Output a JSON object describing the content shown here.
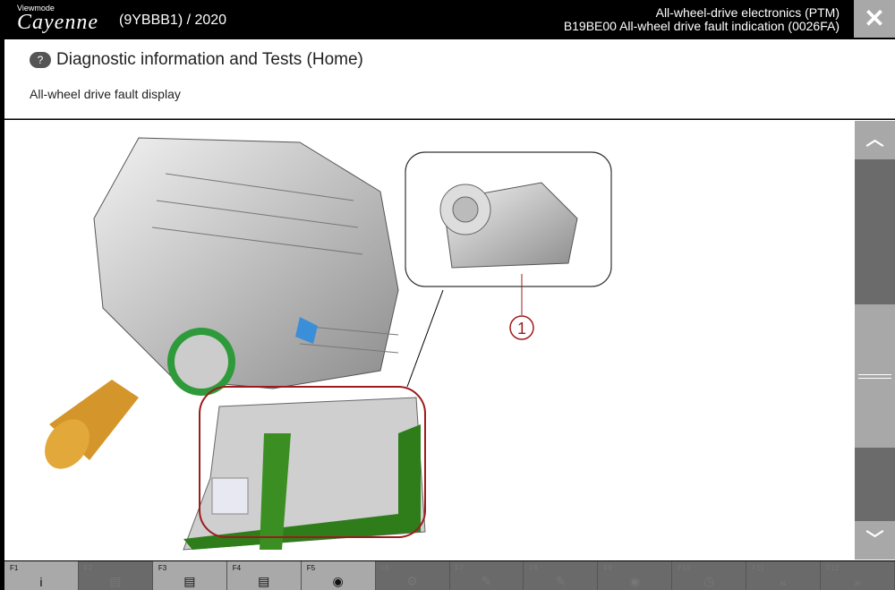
{
  "header": {
    "viewmode": "Viewmode",
    "model": "Cayenne",
    "code": "(9YBBB1) / 2020",
    "system": "All-wheel-drive electronics (PTM)",
    "fault": "B19BE00 All-wheel drive fault indication (0026FA)",
    "close_icon": "close-icon"
  },
  "page": {
    "title": "Diagnostic information and Tests (Home)",
    "subtitle": "All-wheel drive fault display",
    "callout": "1"
  },
  "colors": {
    "highlight": "#9b1c1c",
    "bracket": "#2e7d1a",
    "shaft": "#d4962a",
    "connector": "#3a8fd8"
  },
  "fkeys": [
    {
      "label": "F1",
      "icon": "info-icon",
      "glyph": "i",
      "enabled": true
    },
    {
      "label": "F2",
      "icon": "document-icon",
      "glyph": "▤",
      "enabled": false
    },
    {
      "label": "F3",
      "icon": "document-icon",
      "glyph": "▤",
      "enabled": true
    },
    {
      "label": "F4",
      "icon": "id-document-icon",
      "glyph": "▤",
      "enabled": true
    },
    {
      "label": "F5",
      "icon": "diagnostic-icon",
      "glyph": "◉",
      "enabled": true
    },
    {
      "label": "F6",
      "icon": "tool-icon",
      "glyph": "⚙",
      "enabled": false
    },
    {
      "label": "F7",
      "icon": "tool-icon",
      "glyph": "✎",
      "enabled": false
    },
    {
      "label": "F8",
      "icon": "tool-icon",
      "glyph": "✎",
      "enabled": false
    },
    {
      "label": "F9",
      "icon": "diagnostic-icon",
      "glyph": "◉",
      "enabled": false
    },
    {
      "label": "F10",
      "icon": "timer-icon",
      "glyph": "◷",
      "enabled": false
    },
    {
      "label": "F11",
      "icon": "back-icon",
      "glyph": "«",
      "enabled": false
    },
    {
      "label": "F12",
      "icon": "forward-icon",
      "glyph": "»",
      "enabled": false
    }
  ]
}
